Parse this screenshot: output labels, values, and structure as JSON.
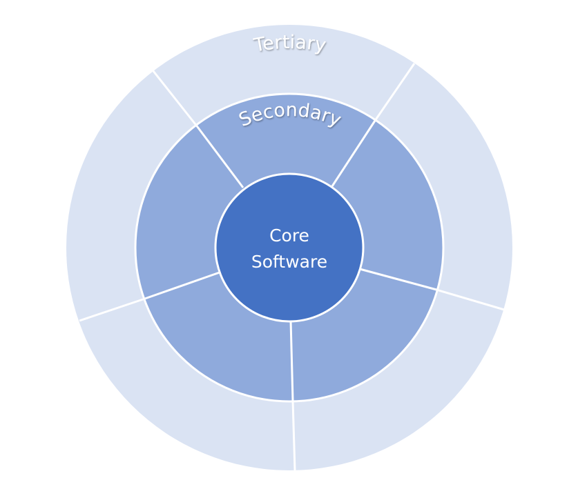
{
  "diagram": {
    "core": {
      "line1": "Core",
      "line2": "Software"
    },
    "secondary_label": "Secondary",
    "tertiary_label": "Tertiary",
    "colors": {
      "tertiary": "#dae3f3",
      "secondary": "#8faadc",
      "core": "#4472c4",
      "divider": "#ffffff"
    },
    "secondary_segments": 5,
    "tertiary_segments": 5
  }
}
